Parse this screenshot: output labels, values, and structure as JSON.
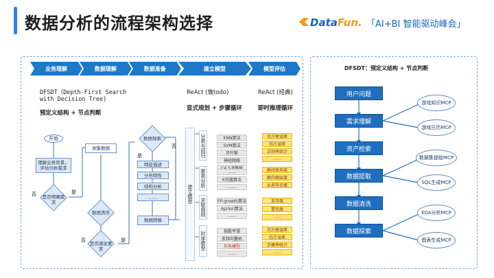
{
  "header": {
    "title": "数据分析的流程架构选择",
    "logo_text_a": "Data",
    "logo_text_b": "Fun.",
    "event": "「AI+BI 智能驱动峰会」"
  },
  "stages": [
    "业务理解",
    "数据理解",
    "数据准备",
    "建立模型",
    "模型评估"
  ],
  "left_panel": {
    "dfsdt_desc_1": "DFSDT（Depth-First Search",
    "dfsdt_desc_2": "with Decision Tree)",
    "dfsdt_subtitle": "预定义结构 + 节点判断",
    "react_todo": "ReAct (做todo)",
    "react_todo_sub": "显式规划 + 步骤循环",
    "react_classic": "ReAct (经典)",
    "react_classic_sub": "即时推理循环",
    "flow": {
      "start": "开始",
      "understand": "理解业务背景，评估分析需求",
      "clear": "是否明确需求",
      "collect": "收集数据",
      "clean": "数据清洗",
      "meets": "是否满足要求",
      "explore": "数据探索",
      "feat_desc": "特征描述",
      "dist": "分布特性",
      "struct": "结构分析",
      "dots": "……",
      "transform": "数据转换",
      "yes": "是",
      "no": "否"
    },
    "model_col": "建立模型",
    "groups": [
      {
        "name": "分类与回归",
        "items": [
          "KNN算法",
          "SVM算法",
          "贝叶斯",
          "神经网络",
          "C4.5决策树"
        ]
      },
      {
        "name": "聚类分析",
        "items": [
          "……",
          "K均值算法",
          "……"
        ]
      },
      {
        "name": "关联规则",
        "items": [
          "FP-growth算法",
          "Apriori算法",
          "……"
        ]
      },
      {
        "name": "时序模型",
        "items": [
          "指数平滑",
          "支持向量机",
          "灰色模型",
          "……"
        ]
      }
    ],
    "eval": [
      [
        "均方根误差",
        "均方误差",
        "正则率统计",
        "……"
      ],
      [
        "群间差异度",
        "群内相似度",
        "业务符合度"
      ],
      [
        "支持度",
        "置信度",
        "……"
      ],
      [
        "均方根误差",
        "均方误差",
        "正概率统计",
        "……"
      ]
    ]
  },
  "right_panel": {
    "title": "DFSDT：预定义结构 + 节点判断",
    "main_nodes": [
      "用户问题",
      "需求理解",
      "资产检索",
      "数据提取",
      "数据清洗",
      "数据探索"
    ],
    "side_nodes": [
      "游戏知识MCP",
      "游戏日历MCP",
      "数据集提取MCP",
      "SQL生成MCP",
      "EDA分析MCP",
      "图表生成MCP"
    ]
  },
  "colors": {
    "accent": "#2f80ed",
    "stage": "#1e78c8",
    "node": "#1e6fbf",
    "gold": "#ffe27a"
  }
}
